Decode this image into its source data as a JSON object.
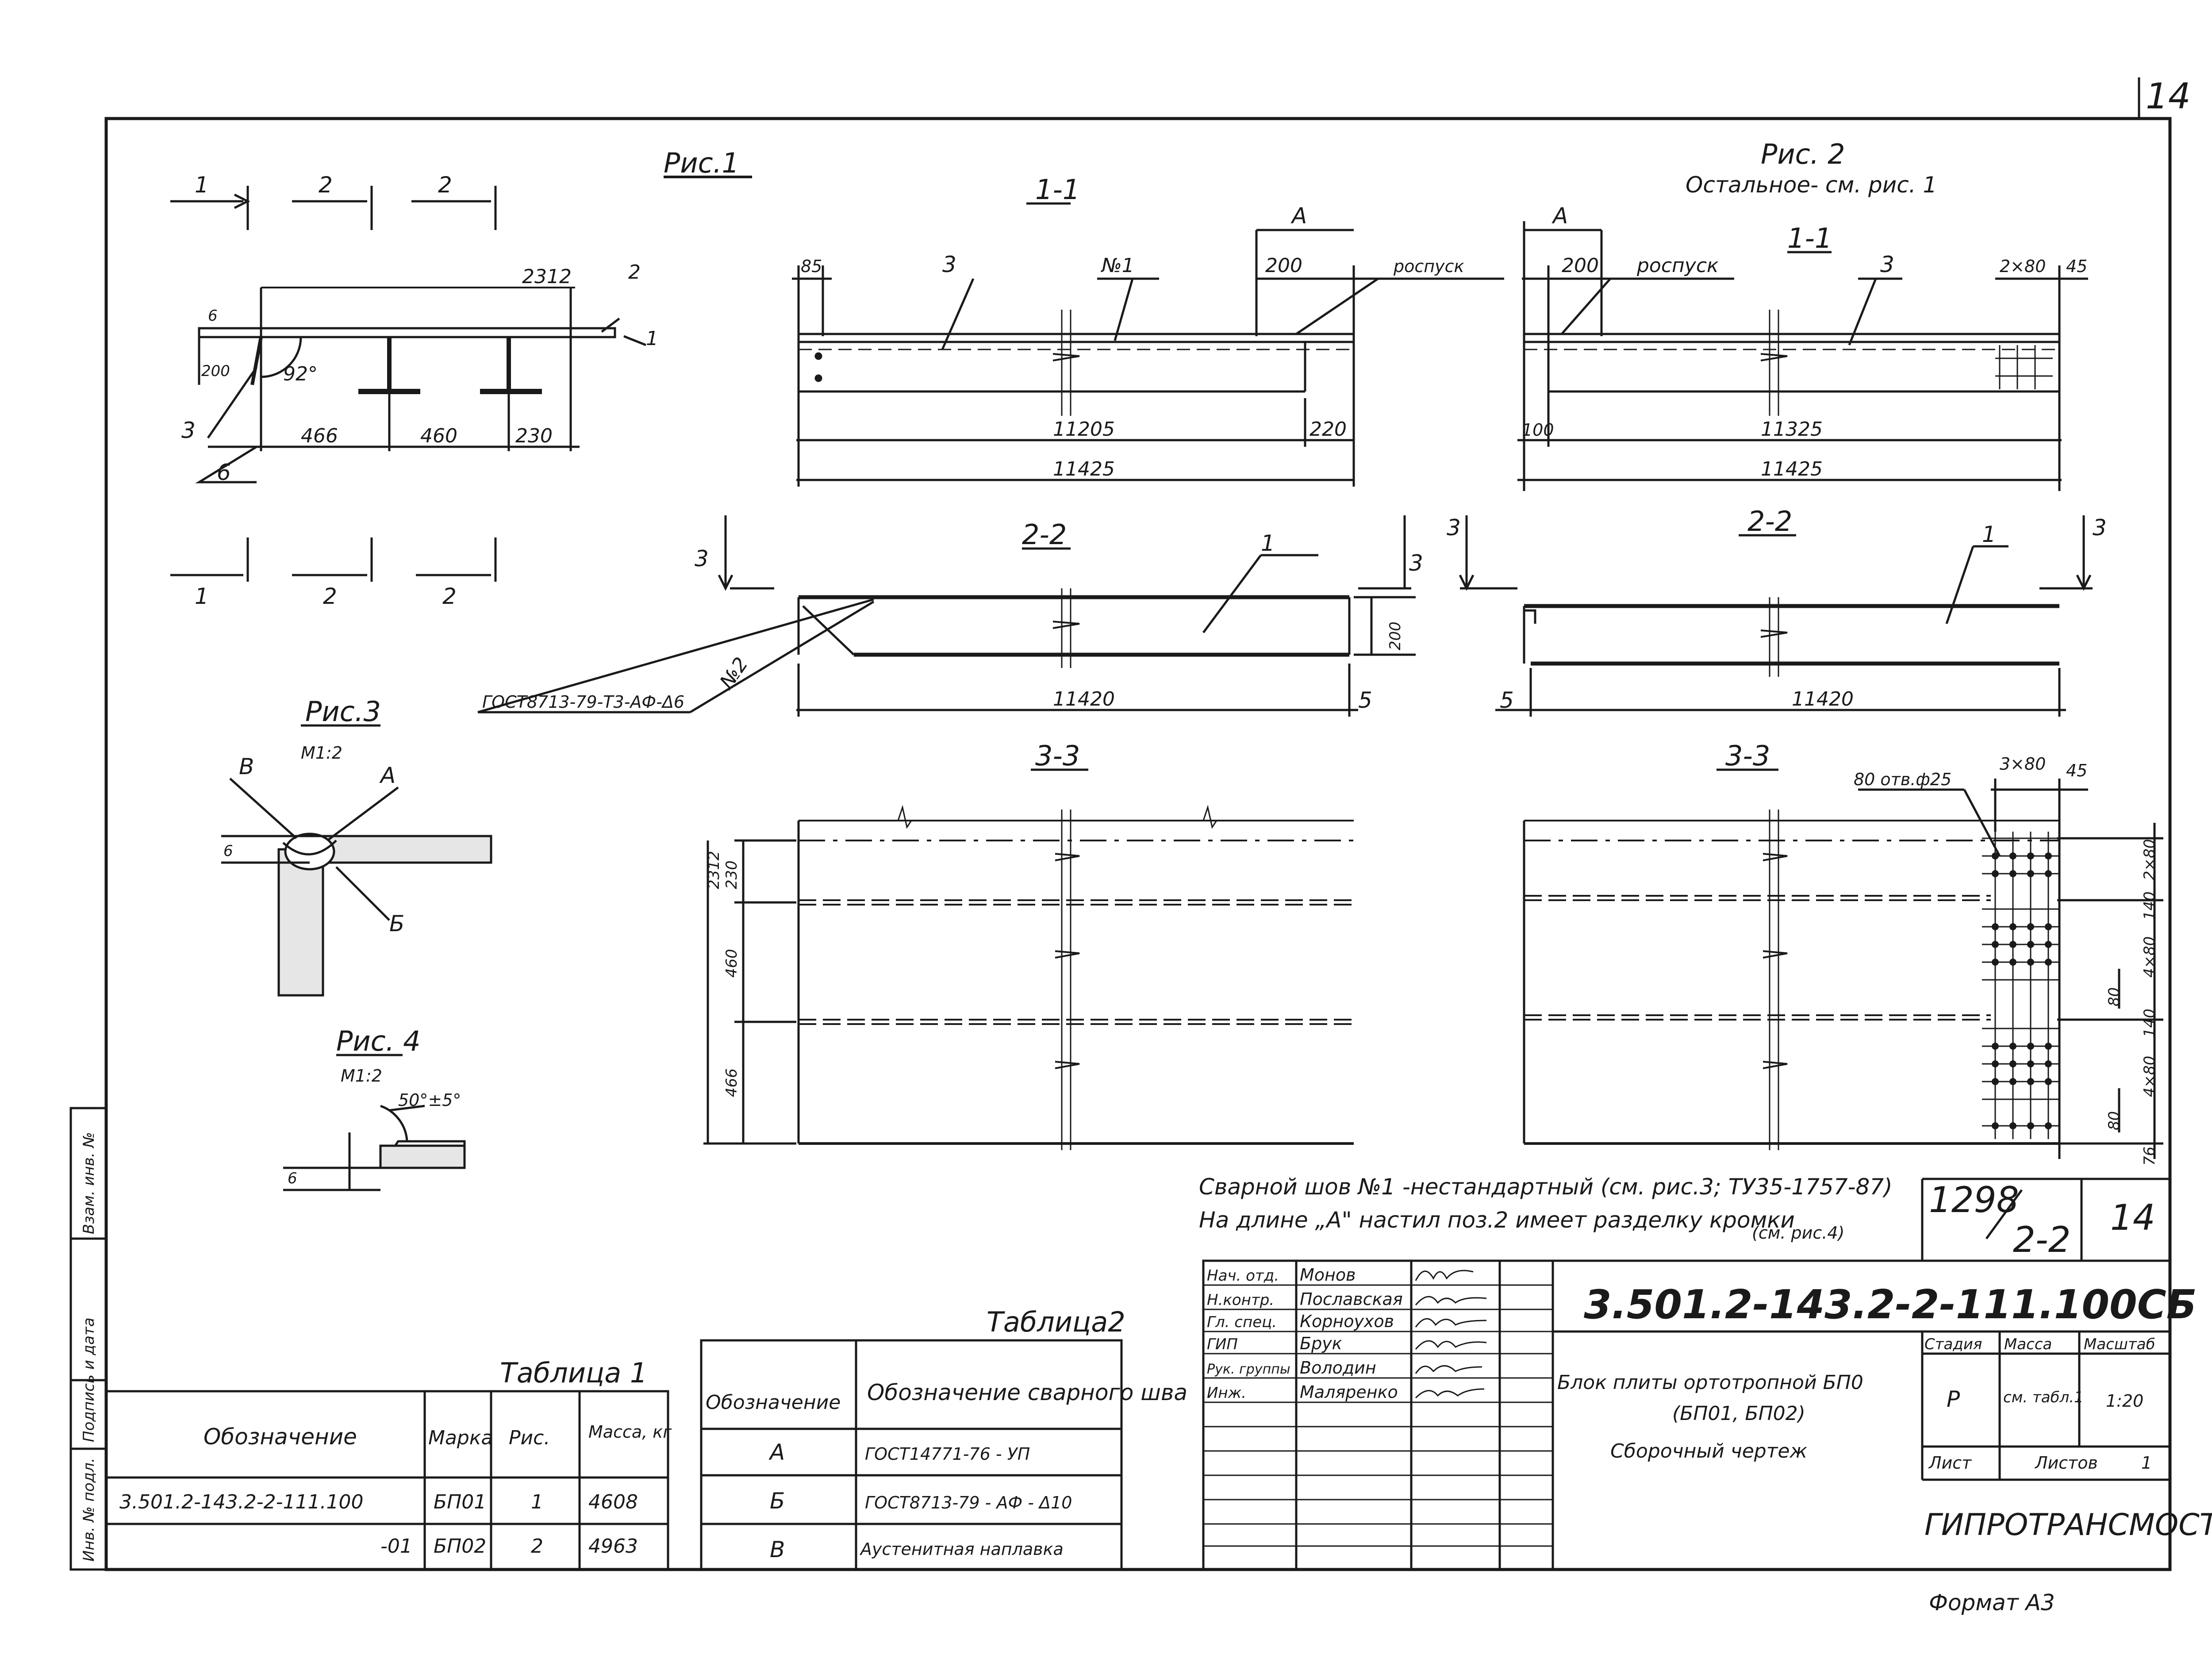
{
  "sheet_number": "14",
  "format_label": "Формат А3",
  "fig1": {
    "title": "Рис.1",
    "cut_labels": [
      "1",
      "2",
      "2",
      "1",
      "2",
      "2"
    ],
    "dims": {
      "top": "2312",
      "thickness": "6",
      "height": "200",
      "angle": "92°",
      "span1": "466",
      "span2": "460",
      "span3": "230"
    },
    "callouts": {
      "c1": "1",
      "c2": "2",
      "c3": "3",
      "c6": "6"
    }
  },
  "fig2": {
    "title": "Рис. 2",
    "subtitle": "Остальное- см. рис. 1"
  },
  "fig3": {
    "title": "Рис.3",
    "scale": "М1:2",
    "labels": {
      "v": "В",
      "a": "А",
      "b": "Б",
      "t": "6"
    }
  },
  "fig4": {
    "title": "Рис. 4",
    "scale": "М1:2",
    "angle": "50°±5°",
    "t": "6"
  },
  "sec11_left": {
    "title": "1-1",
    "a": "А",
    "d85": "85",
    "d200": "200",
    "c3": "3",
    "n1": "№1",
    "release": "роспуск",
    "len1": "11205",
    "len2": "220",
    "total": "11425"
  },
  "sec11_right": {
    "title": "1-1",
    "a": "А",
    "d200": "200",
    "release": "роспуск",
    "c3": "3",
    "bolts": "2×80",
    "d45": "45",
    "d100": "100",
    "len1": "11325",
    "total": "11425"
  },
  "sec22_left": {
    "title": "2-2",
    "cut": "3",
    "callout": "1",
    "h": "200",
    "len": "11420",
    "end": "5",
    "weld": "№2",
    "gost": "ГОСТ8713-79-Т3-АФ-Δ6"
  },
  "sec22_right": {
    "title": "2-2",
    "cut": "3",
    "callout": "1",
    "start": "5",
    "len": "11420"
  },
  "sec33_left": {
    "title": "3-3",
    "total": "2312",
    "d230": "230",
    "d460": "460",
    "d466": "466"
  },
  "sec33_right": {
    "title": "3-3",
    "holes": "80 отв.ф25",
    "d3x80": "3×80",
    "d45": "45",
    "side": [
      "2×80",
      "140",
      "4×80",
      "80",
      "140",
      "4×80",
      "80",
      "76"
    ]
  },
  "notes": {
    "line1": "Сварной шов №1 -нестандартный (см. рис.3; ТУ35-1757-87)",
    "line2": "На длине „А\"   настил поз.2 имеет разделку кромки",
    "line2b": "(см. рис.4)"
  },
  "table1": {
    "caption": "Таблица 1",
    "headers": [
      "Обозначение",
      "Марка",
      "Рис.",
      "Масса, кг"
    ],
    "rows": [
      [
        "3.501.2-143.2-2-111.100",
        "БП01",
        "1",
        "4608"
      ],
      [
        "-01",
        "БП02",
        "2",
        "4963"
      ]
    ]
  },
  "table2": {
    "caption": "Таблица2",
    "headers": [
      "Обозначение",
      "Обозначение сварного шва"
    ],
    "rows": [
      [
        "А",
        "ГОСТ14771-76 - УП"
      ],
      [
        "Б",
        "ГОСТ8713-79 - АФ - Δ10"
      ],
      [
        "В",
        "Аустенитная наплавка"
      ]
    ]
  },
  "stamp": {
    "album": "1298/2-2",
    "album_a": "1298",
    "album_b": "2-2",
    "sheet": "14",
    "code": "3.501.2-143.2-2-111.100СБ",
    "people": [
      {
        "role": "Нач. отд.",
        "name": "Монов"
      },
      {
        "role": "Н.контр.",
        "name": "Пославская"
      },
      {
        "role": "Гл. спец.",
        "name": "Корноухов"
      },
      {
        "role": "ГИП",
        "name": "Брук"
      },
      {
        "role": "Рук. группы",
        "name": "Володин"
      },
      {
        "role": "Инж.",
        "name": "Маляренко"
      }
    ],
    "title1": "Блок плиты ортотропной БП0",
    "title2": "(БП01, БП02)",
    "title3": "Сборочный   чертеж",
    "stage_h": "Стадия",
    "mass_h": "Масса",
    "scale_h": "Масштаб",
    "stage": "Р",
    "mass": "см. табл.1",
    "scale": "1:20",
    "sheet_h": "Лист",
    "sheets_h": "Листов",
    "sheets": "1",
    "org": "ГИПРОТРАНСМОСТ"
  },
  "sidebar": [
    "Инв. № подл.",
    "Подпись и дата",
    "Взам. инв. №"
  ]
}
